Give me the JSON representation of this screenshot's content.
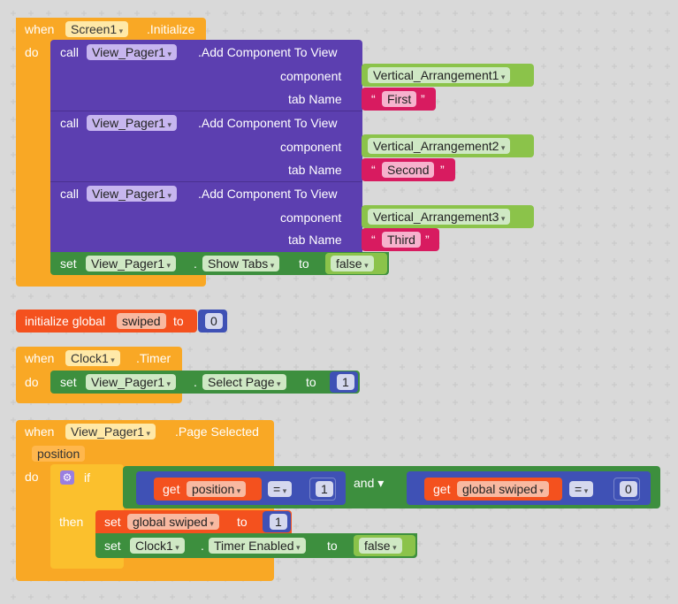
{
  "screen_init": {
    "when": "when",
    "component": "Screen1",
    "event": ".Initialize",
    "do": "do",
    "calls": [
      {
        "call": "call",
        "component": "View_Pager1",
        "method": ".Add Component To View",
        "param1": "component",
        "arg1": "Vertical_Arrangement1",
        "param2": "tab Name",
        "tab": "First"
      },
      {
        "call": "call",
        "component": "View_Pager1",
        "method": ".Add Component To View",
        "param1": "component",
        "arg1": "Vertical_Arrangement2",
        "param2": "tab Name",
        "tab": "Second"
      },
      {
        "call": "call",
        "component": "View_Pager1",
        "method": ".Add Component To View",
        "param1": "component",
        "arg1": "Vertical_Arrangement3",
        "param2": "tab Name",
        "tab": "Third"
      }
    ],
    "set": {
      "set": "set",
      "component": "View_Pager1",
      "dot": ".",
      "property": "Show Tabs",
      "to": "to",
      "value": "false"
    }
  },
  "global_init": {
    "label": "initialize global",
    "name": "swiped",
    "to": "to",
    "value": "0"
  },
  "clock_timer": {
    "when": "when",
    "component": "Clock1",
    "event": ".Timer",
    "do": "do",
    "set": {
      "set": "set",
      "component": "View_Pager1",
      "dot": ".",
      "property": "Select Page",
      "to": "to",
      "value": "1"
    }
  },
  "page_selected": {
    "when": "when",
    "component": "View_Pager1",
    "event": ".Page Selected",
    "param": "position",
    "do": "do",
    "if": "if",
    "then": "then",
    "cond_left": {
      "get": "get",
      "var": "position",
      "op": "=",
      "value": "1"
    },
    "and": "and",
    "cond_right": {
      "get": "get",
      "var": "global swiped",
      "op": "=",
      "value": "0"
    },
    "then_set1": {
      "set": "set",
      "var": "global swiped",
      "to": "to",
      "value": "1"
    },
    "then_set2": {
      "set": "set",
      "component": "Clock1",
      "dot": ".",
      "property": "Timer Enabled",
      "to": "to",
      "value": "false"
    }
  }
}
